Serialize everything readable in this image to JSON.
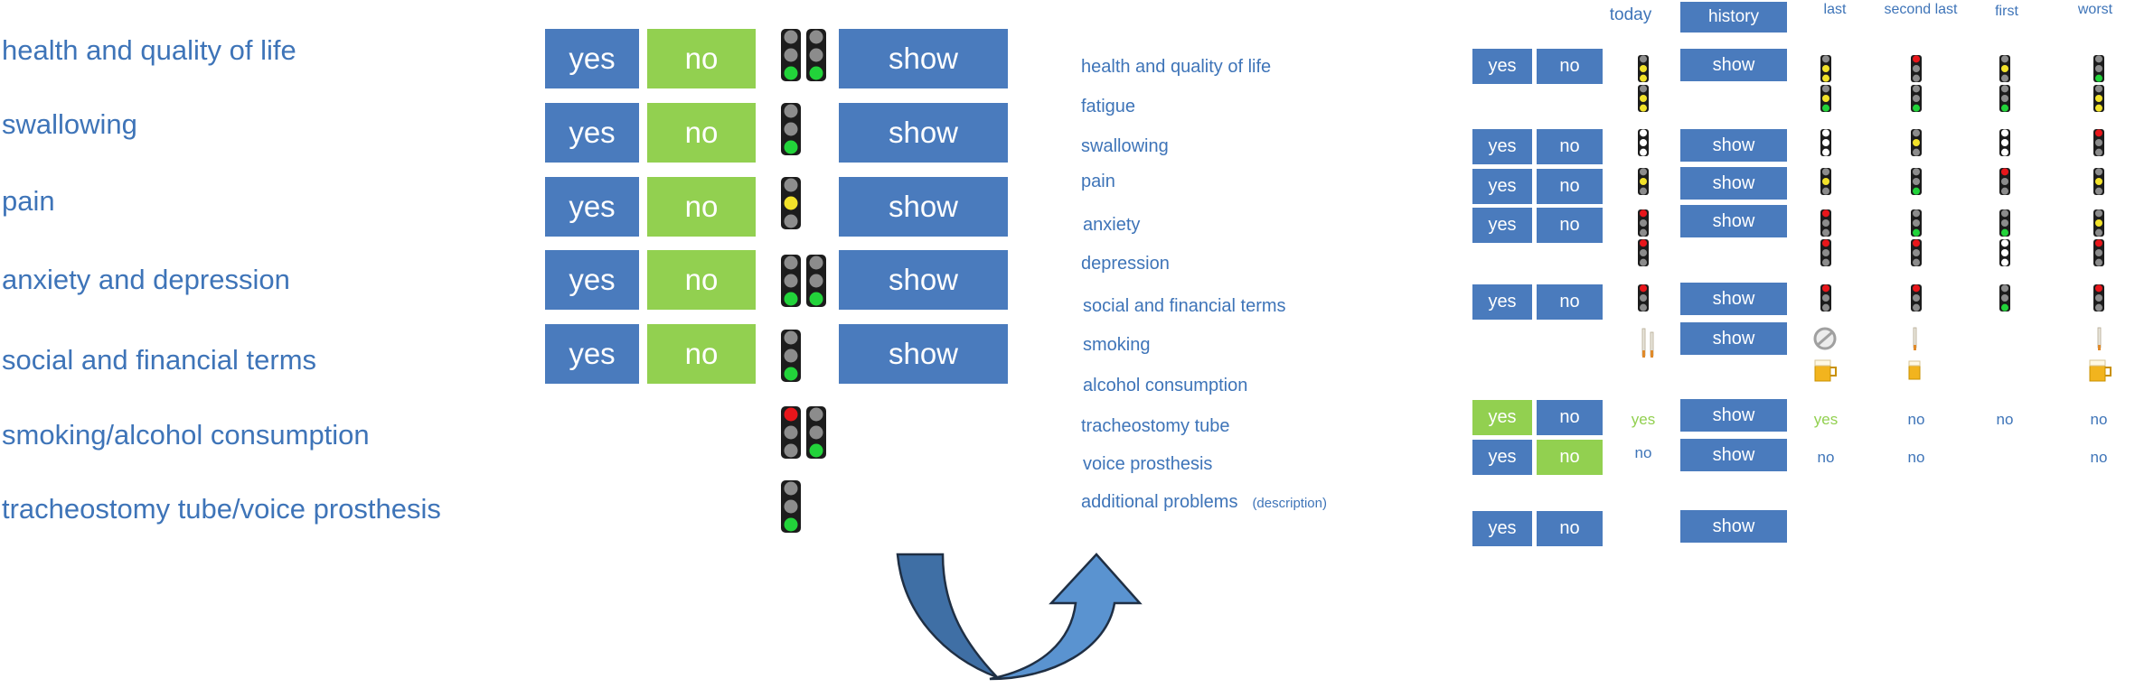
{
  "left_panel": {
    "labels": [
      "health and quality of life",
      "swallowing",
      "pain",
      "anxiety and depression",
      "social and financial terms",
      "smoking/alcohol consumption",
      "tracheostomy tube/voice prosthesis"
    ],
    "yes_label": "yes",
    "no_label": "no",
    "show_label": "show"
  },
  "right_panel": {
    "headers": {
      "today": "today",
      "history": "history",
      "last": "last",
      "second_last": "second last",
      "first": "first",
      "worst": "worst"
    },
    "labels": [
      "health and quality of life",
      "fatigue",
      "swallowing",
      "pain",
      "anxiety",
      "depression",
      "social and financial terms",
      "smoking",
      "alcohol consumption",
      "tracheostomy tube",
      "voice prosthesis",
      "additional problems"
    ],
    "additional_note": "(description)",
    "yes_label": "yes",
    "no_label": "no",
    "show_label": "show",
    "trach_values": {
      "today": "yes",
      "last": "yes",
      "second_last": "no",
      "first": "no",
      "worst": "no"
    },
    "voice_values": {
      "today": "no",
      "last": "no",
      "second_last": "no",
      "worst": "no"
    }
  },
  "colors": {
    "blue": "#4a7bbd",
    "green": "#92d050",
    "text_blue": "#3e74b8",
    "light_red": "#e8161b",
    "light_yellow": "#f2e22a",
    "light_green": "#22d33a",
    "light_off": "#8c8c8c",
    "arrow_left": "#3f6fa5",
    "arrow_right": "#5a93d0"
  }
}
